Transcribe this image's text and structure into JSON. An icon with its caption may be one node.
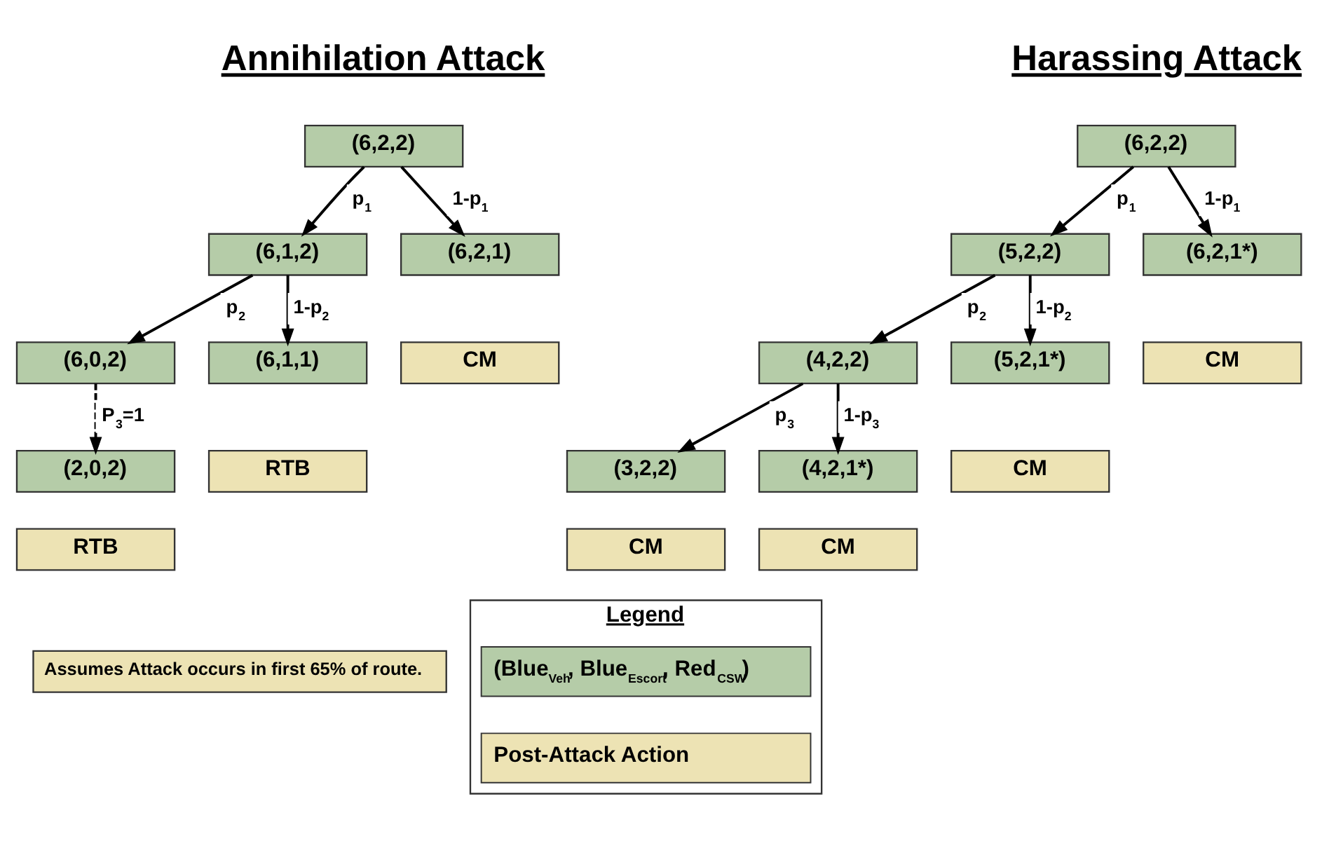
{
  "diagram": {
    "nodes": [
      {
        "text": [
          "(6,2,2)"
        ]
      },
      {
        "text": [
          "(6,1,2)"
        ]
      },
      {
        "text": [
          "(6,2,1)"
        ]
      },
      {
        "text": [
          "CM"
        ]
      },
      {
        "text": [
          "(6,0,2)"
        ]
      },
      {
        "text": [
          "(6,1,1)"
        ]
      },
      {
        "text": [
          "RTB"
        ]
      },
      {
        "text": [
          "(2,0,2)"
        ]
      },
      {
        "text": [
          "RTB"
        ]
      },
      {
        "text": [
          "(6,2,2)"
        ]
      },
      {
        "text": [
          "(5,2,2)"
        ]
      },
      {
        "text": [
          "(6,2,1*)"
        ]
      },
      {
        "text": [
          "CM"
        ]
      },
      {
        "text": [
          "(4,2,2)"
        ]
      },
      {
        "text": [
          "(5,2,1*)"
        ]
      },
      {
        "text": [
          "CM"
        ]
      },
      {
        "text": [
          "(3,2,2)"
        ]
      },
      {
        "text": [
          "(4,2,1*)"
        ]
      },
      {
        "text": [
          "CM"
        ]
      },
      {
        "text": [
          "CM"
        ]
      },
      {
        "text": [
          "Assumes Attack occurs in first 65% of route."
        ]
      },
      {
        "text": [
          "Legend"
        ]
      }
    ],
    "edges": [
      {
        "from": 0,
        "to": 1,
        "arrow": "to",
        "label": "p$_{1}$"
      },
      {
        "from": 0,
        "to": 2,
        "arrow": "to",
        "label": "1-p$_{1}$"
      },
      {
        "from": 1,
        "to": 4,
        "arrow": "to",
        "label": "p$_{2}$"
      },
      {
        "from": 1,
        "to": 5,
        "arrow": "to",
        "label": "1-p$_{2}$"
      },
      {
        "from": 4,
        "to": 7,
        "arrow": "to",
        "label": "P$_{3}$=1",
        "style": "dashed"
      },
      {
        "from": 9,
        "to": 10,
        "arrow": "to",
        "label": "p$_{1}$"
      },
      {
        "from": 9,
        "to": 11,
        "arrow": "to",
        "label": "1-p$_{1}$"
      },
      {
        "from": 10,
        "to": 13,
        "arrow": "to",
        "label": "p$_{2}$"
      },
      {
        "from": 10,
        "to": 14,
        "arrow": "to",
        "label": "1-p$_{2}$"
      },
      {
        "from": 13,
        "to": 16,
        "arrow": "to",
        "label": "p$_{3}$"
      },
      {
        "from": 13,
        "to": 17,
        "arrow": "to",
        "label": "1-p$_{3}$"
      }
    ],
    "labels": [
      "Annihilation Attack",
      "Harassing Attack"
    ],
    "legend": [
      {
        "text": "(Blue$_{Veh}$, Blue$_{Escort}$, Red$_{CSW}$)",
        "color": "#b5cca8"
      },
      {
        "text": "Post-Attack Action",
        "color": "#ede3b4"
      }
    ]
  }
}
